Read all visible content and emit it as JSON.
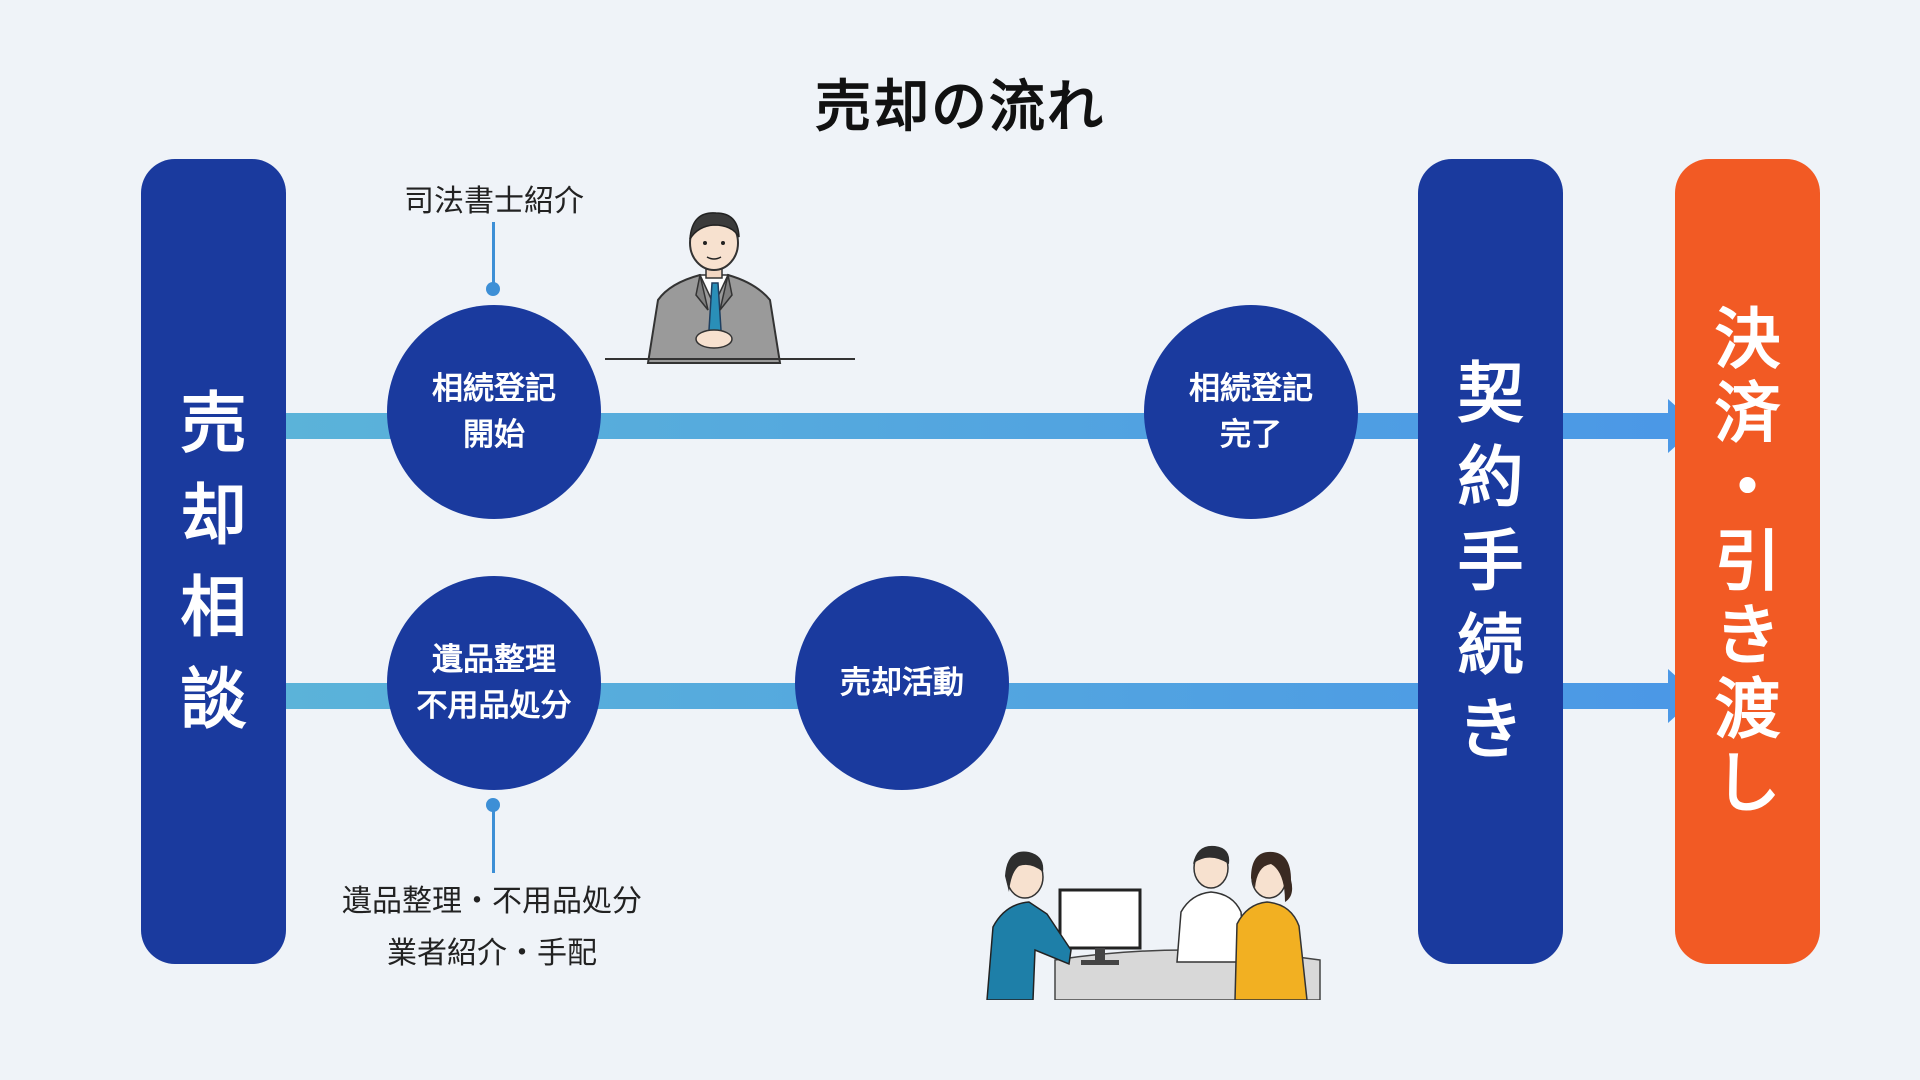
{
  "title": "売却の流れ",
  "pills": {
    "sell_consult": [
      "売",
      "却",
      "相",
      "談"
    ],
    "contract": [
      "契",
      "約",
      "手",
      "続",
      "き"
    ],
    "settlement": [
      "決",
      "済",
      "・",
      "引",
      "き",
      "渡",
      "し"
    ]
  },
  "nodes": {
    "inheritance_start": [
      "相続登記",
      "開始"
    ],
    "inheritance_done": [
      "相続登記",
      "完了"
    ],
    "estate_cleanup": [
      "遺品整理",
      "不用品処分"
    ],
    "sales_activity": [
      "売却活動"
    ]
  },
  "annotations": {
    "scrivener": "司法書士紹介",
    "cleanup_vendor_line1": "遺品整理・不用品処分",
    "cleanup_vendor_line2": "業者紹介・手配"
  },
  "illustrations": {
    "top": "businessman-icon",
    "bottom": "meeting-group-icon"
  },
  "colors": {
    "background": "#eff3f8",
    "navy": "#1a3a9e",
    "orange": "#f25a24",
    "bar_start": "#5bb3d9",
    "bar_end": "#4b98e6",
    "connector": "#3d8fd6"
  }
}
